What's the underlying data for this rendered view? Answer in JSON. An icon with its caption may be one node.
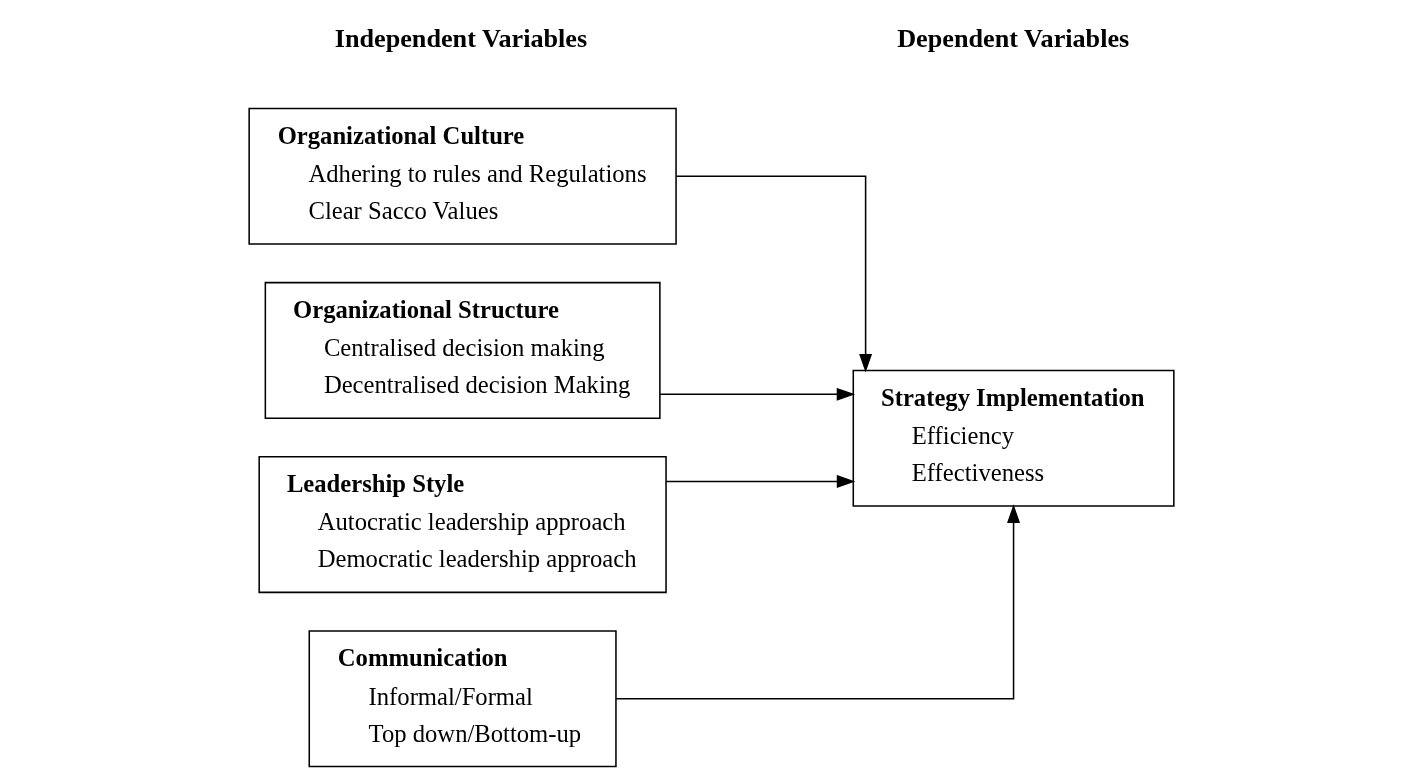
{
  "diagram": {
    "nodes": [
      {
        "text": [
          "Organizational Culture",
          "Adhering to rules and Regulations",
          "Clear Sacco Values"
        ]
      },
      {
        "text": [
          "Organizational Structure",
          "Centralised decision making",
          "Decentralised decision Making"
        ]
      },
      {
        "text": [
          "Leadership Style",
          "Autocratic leadership approach",
          "Democratic leadership approach"
        ]
      },
      {
        "text": [
          "Communication",
          "Informal/Formal",
          "Top down/Bottom-up"
        ]
      },
      {
        "text": [
          "Strategy Implementation",
          "Efficiency",
          "Effectiveness"
        ]
      }
    ],
    "edges": [
      {
        "from": 0,
        "to": 4,
        "arrow": "to"
      },
      {
        "from": 1,
        "to": 4,
        "arrow": "to"
      },
      {
        "from": 2,
        "to": 4,
        "arrow": "to"
      },
      {
        "from": 3,
        "to": 4,
        "arrow": "to"
      }
    ],
    "labels": [
      "Independent Variables",
      "Dependent Variables"
    ]
  }
}
